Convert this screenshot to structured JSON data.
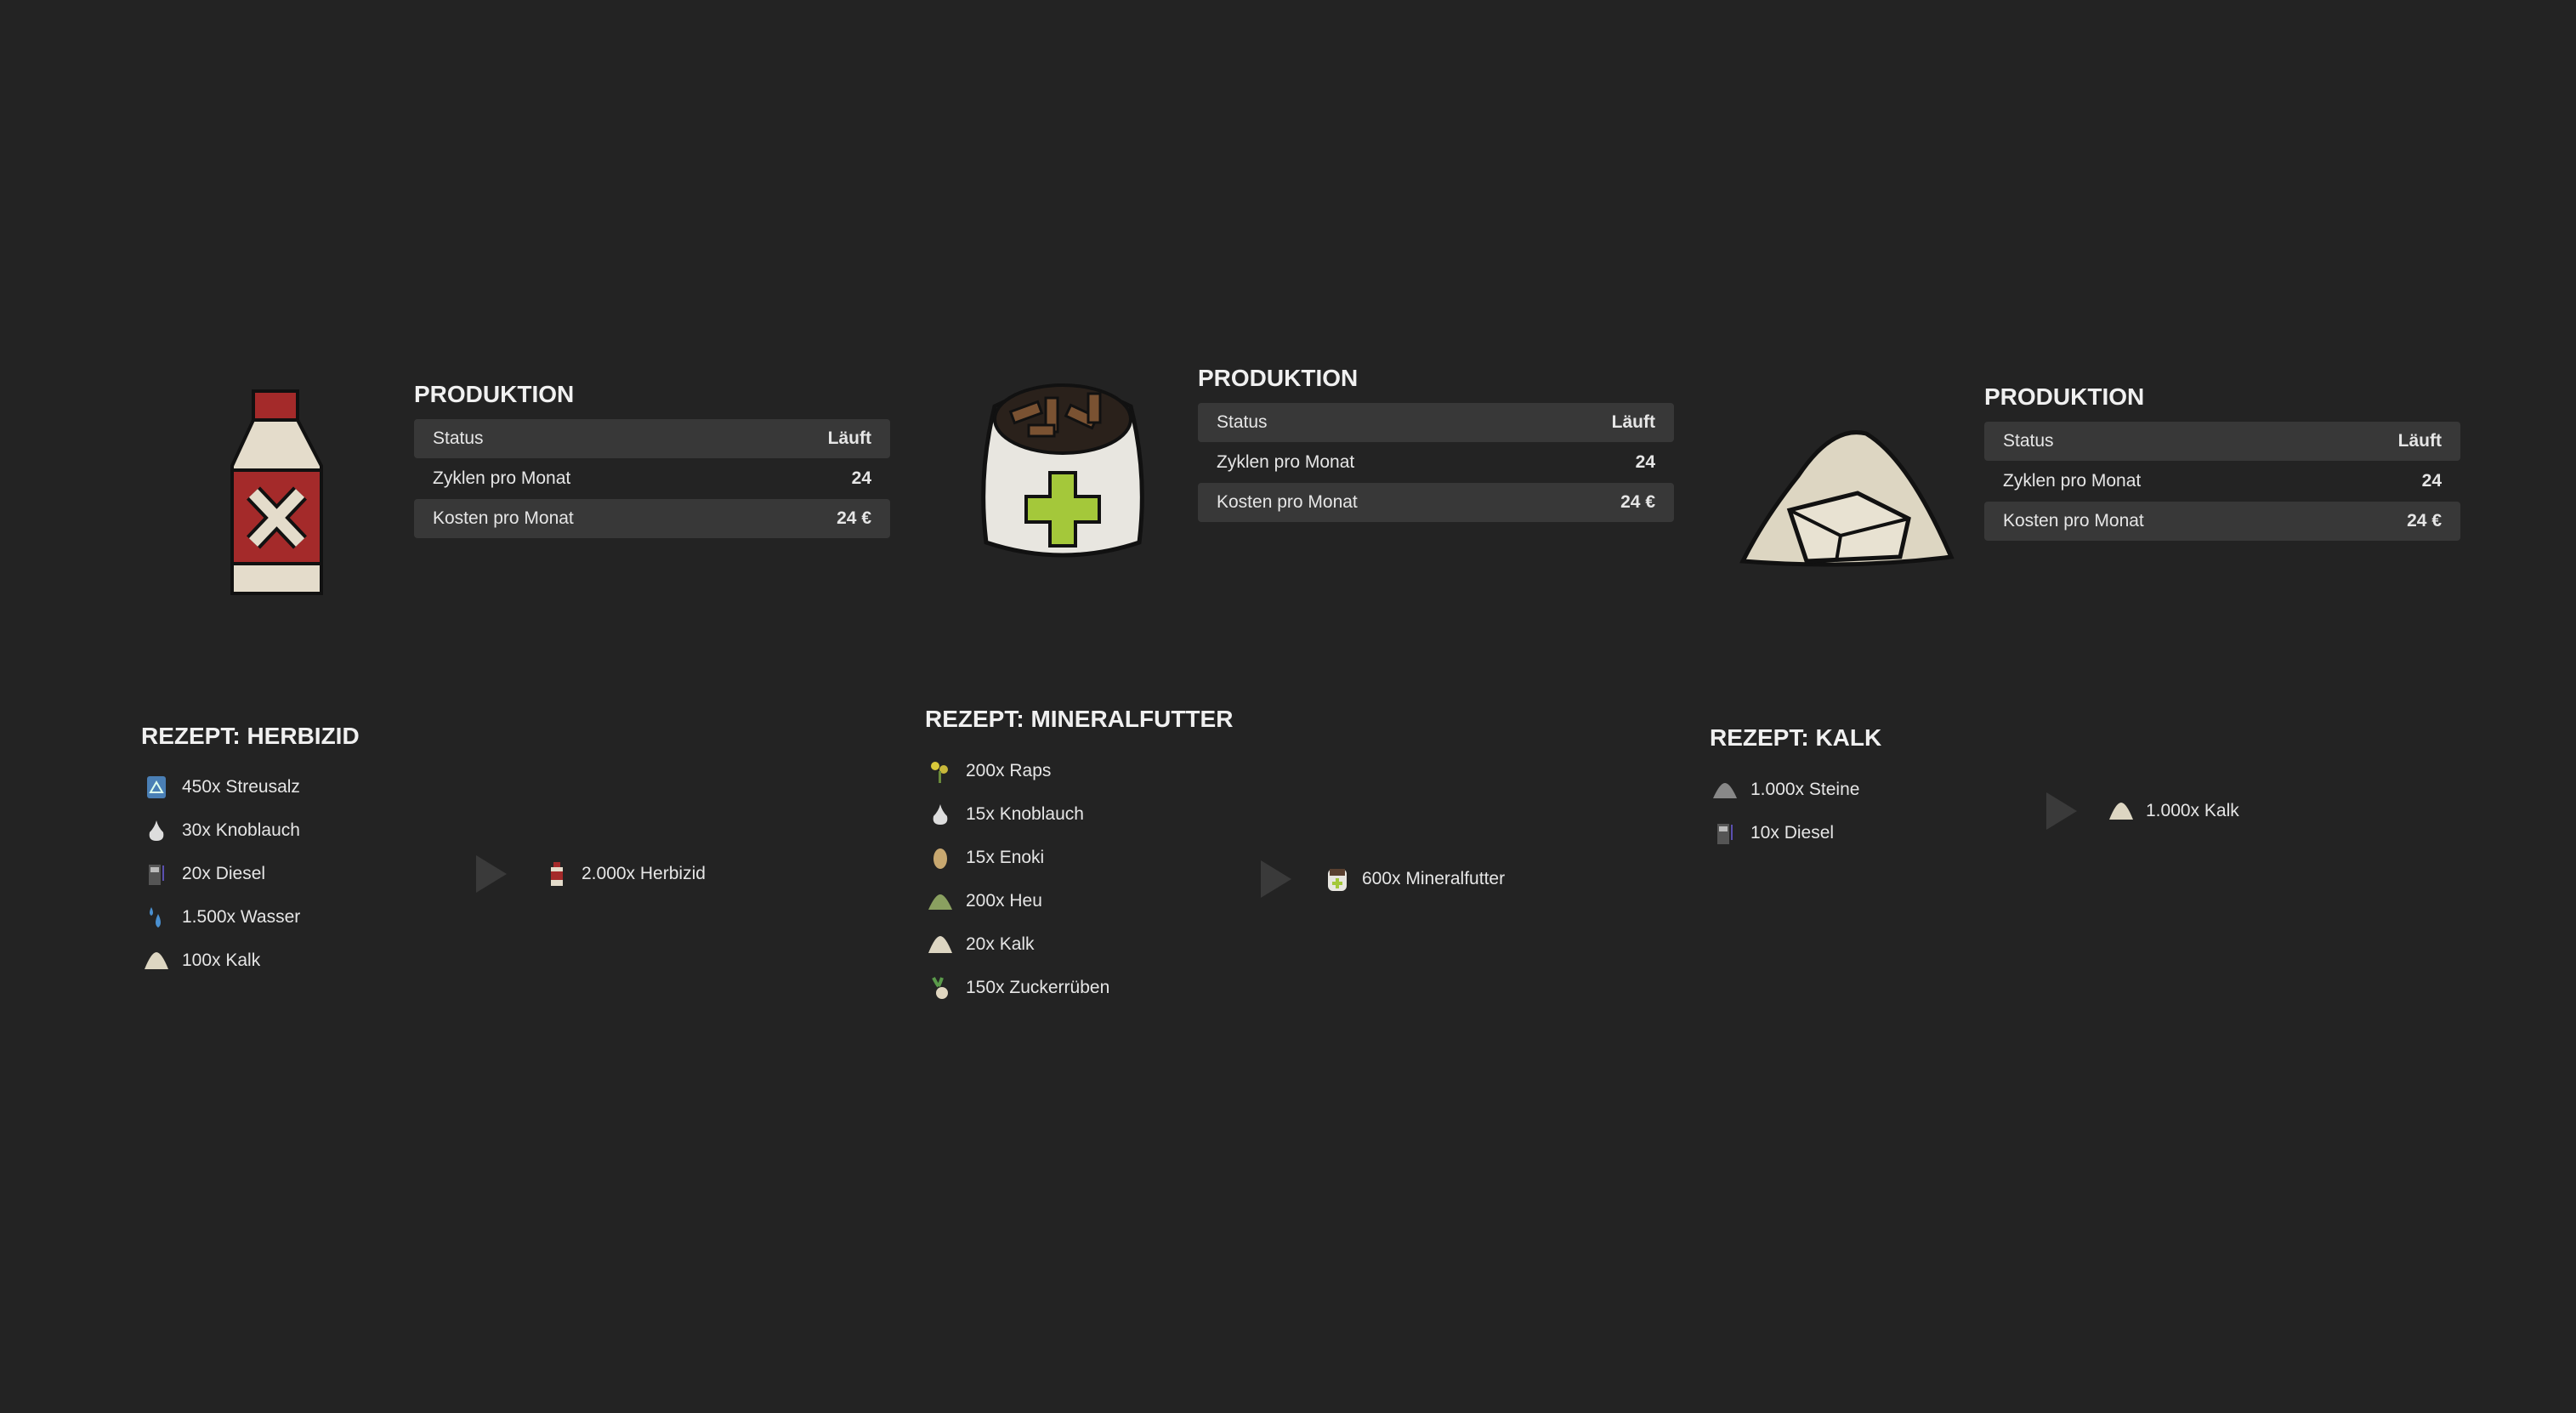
{
  "panels": [
    {
      "title": "PRODUKTION",
      "rows": [
        {
          "label": "Status",
          "value": "Läuft"
        },
        {
          "label": "Zyklen pro Monat",
          "value": "24"
        },
        {
          "label": "Kosten pro Monat",
          "value": "24 €"
        }
      ],
      "icon": "herbicide-bottle-icon"
    },
    {
      "title": "PRODUKTION",
      "rows": [
        {
          "label": "Status",
          "value": "Läuft"
        },
        {
          "label": "Zyklen pro Monat",
          "value": "24"
        },
        {
          "label": "Kosten pro Monat",
          "value": "24 €"
        }
      ],
      "icon": "mineral-feed-sack-icon"
    },
    {
      "title": "PRODUKTION",
      "rows": [
        {
          "label": "Status",
          "value": "Läuft"
        },
        {
          "label": "Zyklen pro Monat",
          "value": "24"
        },
        {
          "label": "Kosten pro Monat",
          "value": "24 €"
        }
      ],
      "icon": "lime-pile-icon"
    }
  ],
  "recipes": [
    {
      "title": "REZEPT: HERBIZID",
      "inputs": [
        "450x Streusalz",
        "30x Knoblauch",
        "20x Diesel",
        "1.500x Wasser",
        "100x Kalk"
      ],
      "output": "2.000x Herbizid"
    },
    {
      "title": "REZEPT: MINERALFUTTER",
      "inputs": [
        "200x Raps",
        "15x Knoblauch",
        "15x Enoki",
        "200x Heu",
        "20x Kalk",
        "150x Zuckerrüben"
      ],
      "output": "600x Mineralfutter"
    },
    {
      "title": "REZEPT: KALK",
      "inputs": [
        "1.000x Steine",
        "10x Diesel"
      ],
      "output": "1.000x Kalk"
    }
  ]
}
